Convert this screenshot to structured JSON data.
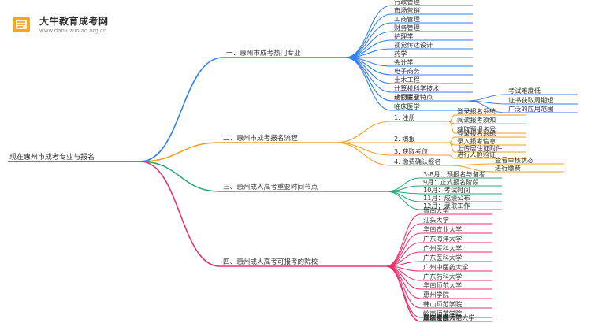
{
  "logo": {
    "title": "大牛教育成考网",
    "url": "www.daniuzuoiao.org.cn"
  },
  "root": "现在惠州市成考专业与报名",
  "branches": [
    {
      "label": "一、惠州市成考热门专业",
      "color": "#2f80ed",
      "children": [
        {
          "label": "行政管理"
        },
        {
          "label": "市场营销"
        },
        {
          "label": "工商管理"
        },
        {
          "label": "财务管理"
        },
        {
          "label": "护理学"
        },
        {
          "label": "视觉传达设计"
        },
        {
          "label": "药学"
        },
        {
          "label": "会计学"
        },
        {
          "label": "电子商务"
        },
        {
          "label": "土木工程"
        },
        {
          "label": "计算机科学技术"
        },
        {
          "label": "动物医学"
        },
        {
          "label": "临床医学"
        },
        {
          "label": "热门专业特点",
          "children": [
            {
              "label": "考试难度低"
            },
            {
              "label": "证书获取周期短"
            },
            {
              "label": "广泛的应用范围"
            }
          ]
        }
      ]
    },
    {
      "label": "二、惠州市成考报名流程",
      "color": "#f0a020",
      "children": [
        {
          "label": "1. 注册",
          "children": [
            {
              "label": "登录报名系统"
            },
            {
              "label": "阅读报考须知"
            },
            {
              "label": "获取预报名号"
            }
          ]
        },
        {
          "label": "2. 填报",
          "children": [
            {
              "label": "登录报名系统"
            },
            {
              "label": "录入报考信息"
            },
            {
              "label": "上传居住证附件"
            }
          ]
        },
        {
          "label": "3. 获取考位",
          "children": [
            {
              "label": "进行人脸验证"
            }
          ]
        },
        {
          "label": "4. 缴费确认报名",
          "children": [
            {
              "label": "查看审核状态"
            },
            {
              "label": "进行缴费"
            }
          ]
        }
      ]
    },
    {
      "label": "三、惠州成人高考重要时间节点",
      "color": "#2aa876",
      "children": [
        {
          "label": "3-8月：预报名与备考"
        },
        {
          "label": "9月：正式报名阶段"
        },
        {
          "label": "10月：考试时间"
        },
        {
          "label": "11月：成绩公布"
        },
        {
          "label": "12月：录取工作"
        }
      ]
    },
    {
      "label": "四、惠州成人高考可报考的院校",
      "color": "#e8336e",
      "children": [
        {
          "label": "暨南大学"
        },
        {
          "label": "汕头大学"
        },
        {
          "label": "华南农业大学"
        },
        {
          "label": "广东海洋大学"
        },
        {
          "label": "广州医科大学"
        },
        {
          "label": "广东医科大学"
        },
        {
          "label": "广州中医药大学"
        },
        {
          "label": "广东药科大学"
        },
        {
          "label": "华南师范大学"
        },
        {
          "label": "惠州学院"
        },
        {
          "label": "韩山师范学院"
        },
        {
          "label": "岭南师范学院"
        },
        {
          "label": "肇庆学院"
        },
        {
          "label": "嘉应学院"
        },
        {
          "label": "广东技术师范大学"
        },
        {
          "label": "深圳大学"
        },
        {
          "label": "广东财经大学"
        }
      ]
    }
  ]
}
